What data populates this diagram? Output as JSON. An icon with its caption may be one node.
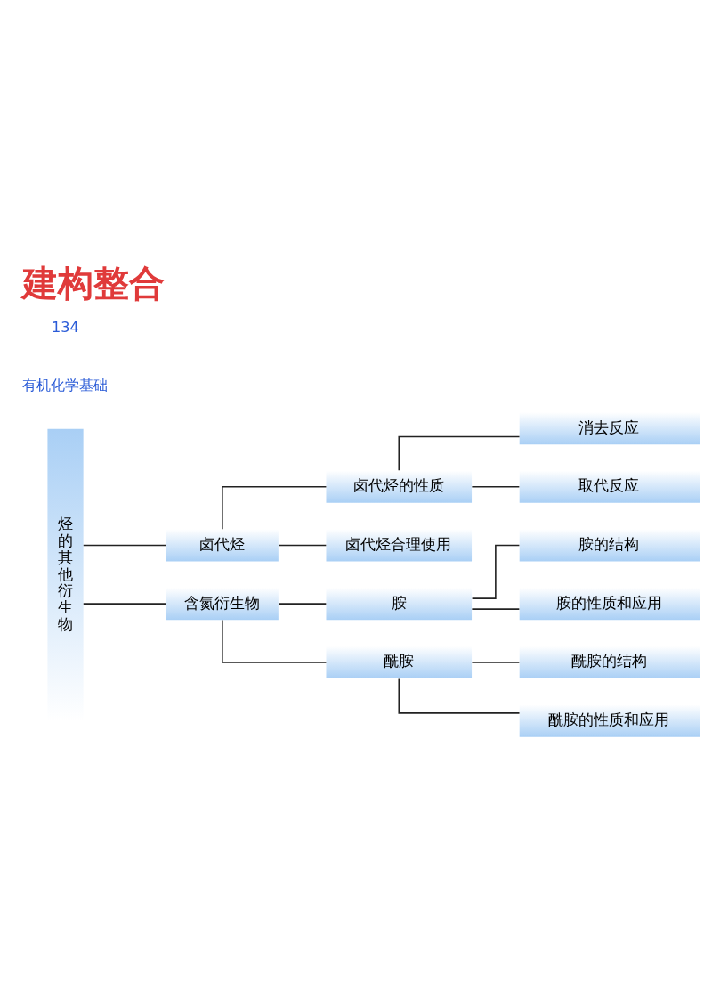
{
  "diagram": {
    "title": "建构整合",
    "nodes": [
      {
        "text": [
          "烃的其他衍生物"
        ]
      },
      {
        "text": [
          "卤代烃"
        ]
      },
      {
        "text": [
          "卤代烃的性质"
        ]
      },
      {
        "text": [
          "消去反应"
        ]
      },
      {
        "text": [
          "取代反应"
        ]
      },
      {
        "text": [
          "卤代烃合理使用"
        ]
      },
      {
        "text": [
          "含氮衍生物"
        ]
      },
      {
        "text": [
          "胺"
        ]
      },
      {
        "text": [
          "胺的结构"
        ]
      },
      {
        "text": [
          "胺的性质和应用"
        ]
      },
      {
        "text": [
          "酰胺"
        ]
      },
      {
        "text": [
          "酰胺的结构"
        ]
      },
      {
        "text": [
          "酰胺的性质和应用"
        ]
      }
    ],
    "edges": [
      {
        "from": 0,
        "to": 1,
        "arrow": "none"
      },
      {
        "from": 0,
        "to": 6,
        "arrow": "none"
      },
      {
        "from": 1,
        "to": 2,
        "arrow": "none"
      },
      {
        "from": 1,
        "to": 5,
        "arrow": "none"
      },
      {
        "from": 2,
        "to": 3,
        "arrow": "none"
      },
      {
        "from": 2,
        "to": 4,
        "arrow": "none"
      },
      {
        "from": 6,
        "to": 7,
        "arrow": "none"
      },
      {
        "from": 6,
        "to": 10,
        "arrow": "none"
      },
      {
        "from": 7,
        "to": 8,
        "arrow": "none"
      },
      {
        "from": 7,
        "to": 9,
        "arrow": "none"
      },
      {
        "from": 10,
        "to": 11,
        "arrow": "none"
      },
      {
        "from": 10,
        "to": 12,
        "arrow": "none"
      }
    ],
    "labels": [
      "有机化学基础",
      "134"
    ]
  }
}
